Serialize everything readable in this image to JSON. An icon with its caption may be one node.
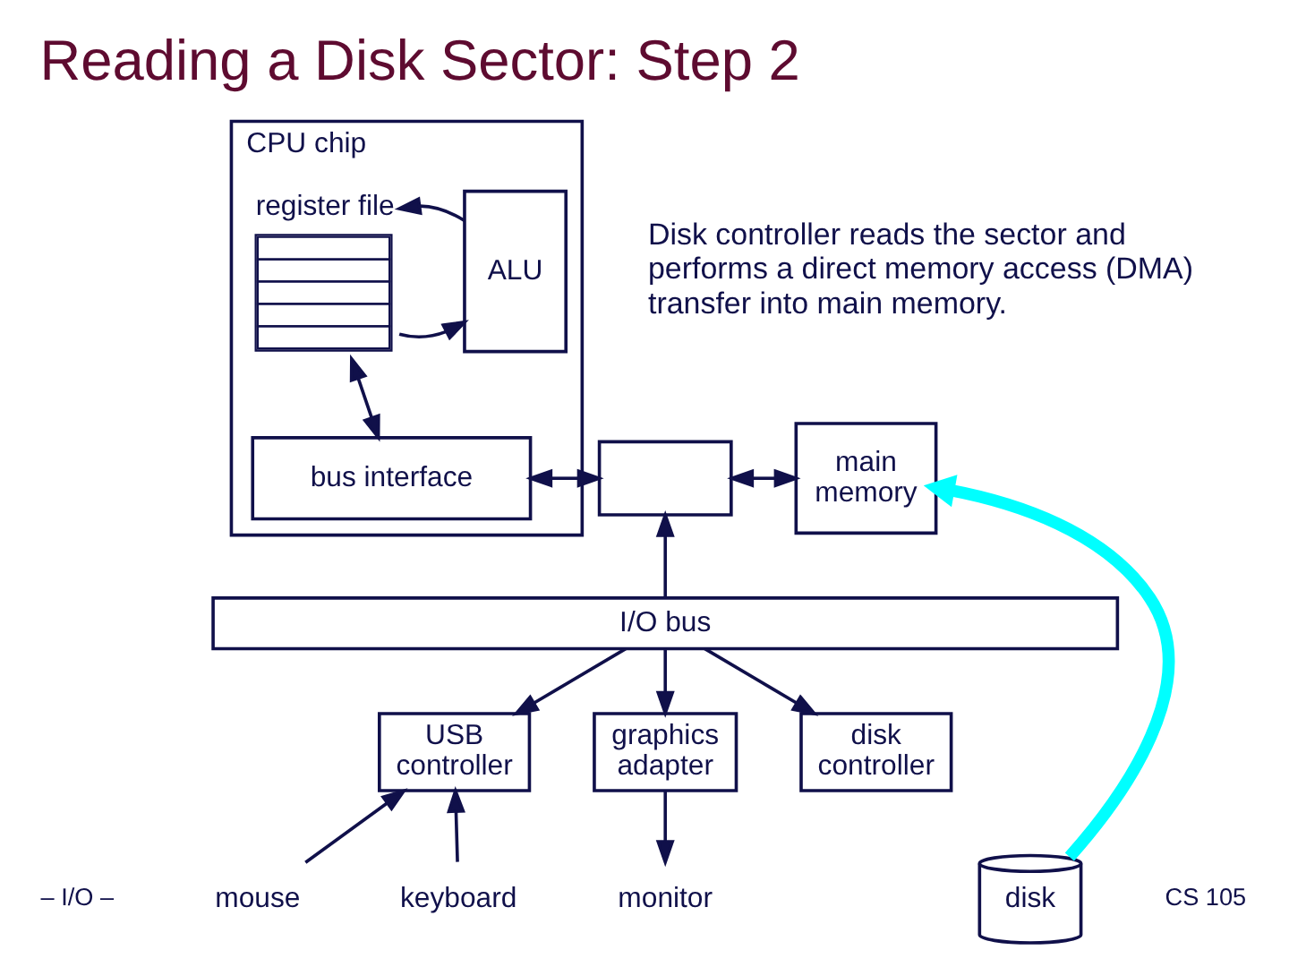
{
  "diagram": {
    "title": "Reading a Disk Sector: Step 2",
    "nodes": [
      {
        "text": [
          "CPU chip"
        ]
      },
      {
        "text": [
          "register file"
        ],
        "in": 0
      },
      {
        "text": [
          "ALU"
        ],
        "in": 0
      },
      {
        "text": [
          "bus interface"
        ],
        "in": 0
      },
      {
        "text": [],
        "shape": "box"
      },
      {
        "text": [
          "main memory"
        ]
      },
      {
        "text": [
          "I/O bus"
        ]
      },
      {
        "text": [
          "USB controller"
        ]
      },
      {
        "text": [
          "graphics adapter"
        ]
      },
      {
        "text": [
          "disk controller"
        ]
      },
      {
        "text": [
          "mouse"
        ]
      },
      {
        "text": [
          "keyboard"
        ]
      },
      {
        "text": [
          "monitor"
        ]
      },
      {
        "text": [
          "disk"
        ]
      }
    ],
    "edges": [
      {
        "from": 1,
        "to": 2,
        "arrow": "to"
      },
      {
        "from": 2,
        "to": 1,
        "arrow": "to"
      },
      {
        "from": 1,
        "to": 3,
        "arrow": "both"
      },
      {
        "from": 3,
        "to": 4,
        "arrow": "both"
      },
      {
        "from": 4,
        "to": 5,
        "arrow": "both"
      },
      {
        "from": 6,
        "to": 4,
        "arrow": "to"
      },
      {
        "from": 6,
        "to": 7,
        "arrow": "to"
      },
      {
        "from": 6,
        "to": 8,
        "arrow": "to"
      },
      {
        "from": 6,
        "to": 9,
        "arrow": "to"
      },
      {
        "from": 10,
        "to": 7,
        "arrow": "to"
      },
      {
        "from": 11,
        "to": 7,
        "arrow": "to"
      },
      {
        "from": 8,
        "to": 12,
        "arrow": "to"
      },
      {
        "from": 13,
        "to": 5,
        "arrow": "to",
        "style": "thick",
        "color": "#00ffff"
      }
    ],
    "labels": [
      "Disk controller reads the sector and performs a direct memory access (DMA) transfer into main memory.",
      "– I/O –",
      "CS 105"
    ]
  }
}
